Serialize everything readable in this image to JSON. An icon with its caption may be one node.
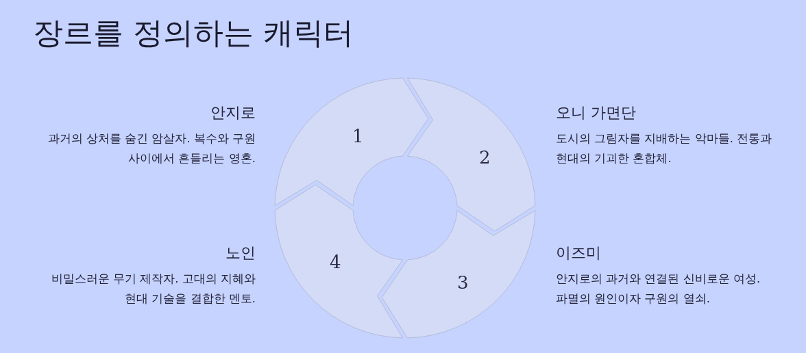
{
  "diagram": {
    "title": "장르를 정의하는 캐릭터",
    "nodes": [
      {
        "text": [
          "1"
        ],
        "beside": [
          "안지로",
          "과거의 상처를 숨긴 암살자. 복수와 구원 사이에서 흔들리는 영혼."
        ]
      },
      {
        "text": [
          "2"
        ],
        "beside": [
          "오니 가면단",
          "도시의 그림자를 지배하는 악마들. 전통과 현대의 기괴한 혼합체."
        ]
      },
      {
        "text": [
          "3"
        ],
        "beside": [
          "이즈미",
          "안지로의 과거와 연결된 신비로운 여성. 파멸의 원인이자 구원의 열쇠."
        ]
      },
      {
        "text": [
          "4"
        ],
        "beside": [
          "노인",
          "비밀스러운 무기 제작자. 고대의 지혜와 현대 기술을 결합한 멘토."
        ]
      }
    ]
  }
}
